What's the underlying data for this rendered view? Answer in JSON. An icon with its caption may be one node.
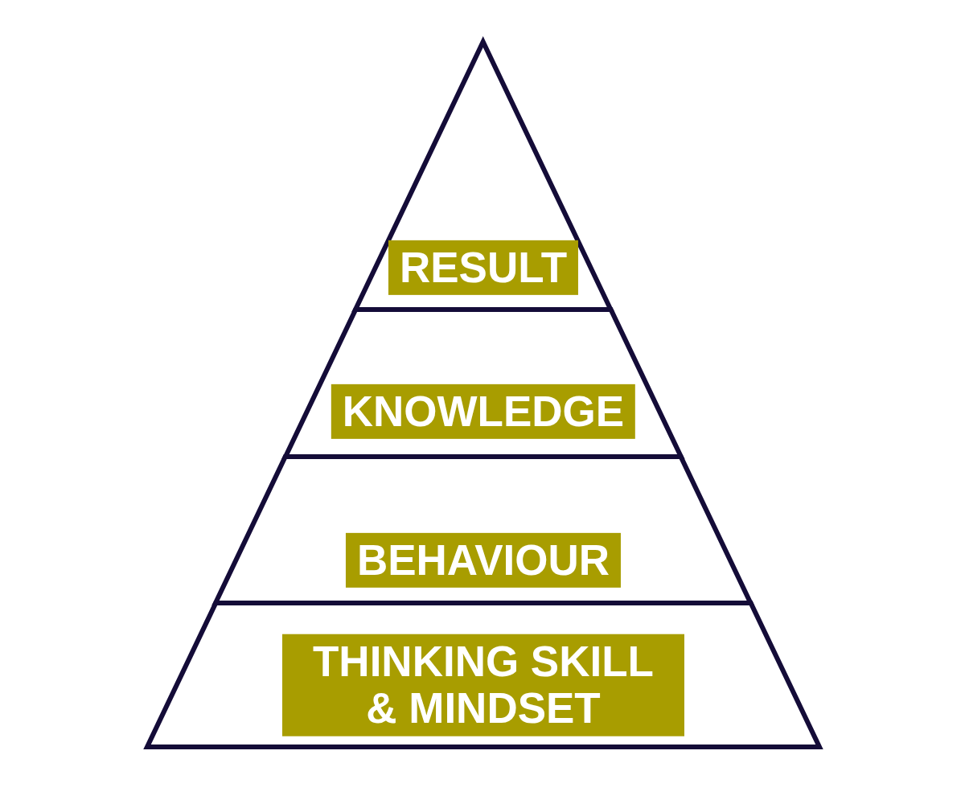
{
  "diagram": {
    "nodes": [
      {
        "text": [
          "RESULT"
        ]
      },
      {
        "text": [
          "KNOWLEDGE"
        ]
      },
      {
        "text": [
          "BEHAVIOUR"
        ]
      },
      {
        "text": [
          "THINKING SKILL & MINDSET"
        ]
      }
    ]
  }
}
